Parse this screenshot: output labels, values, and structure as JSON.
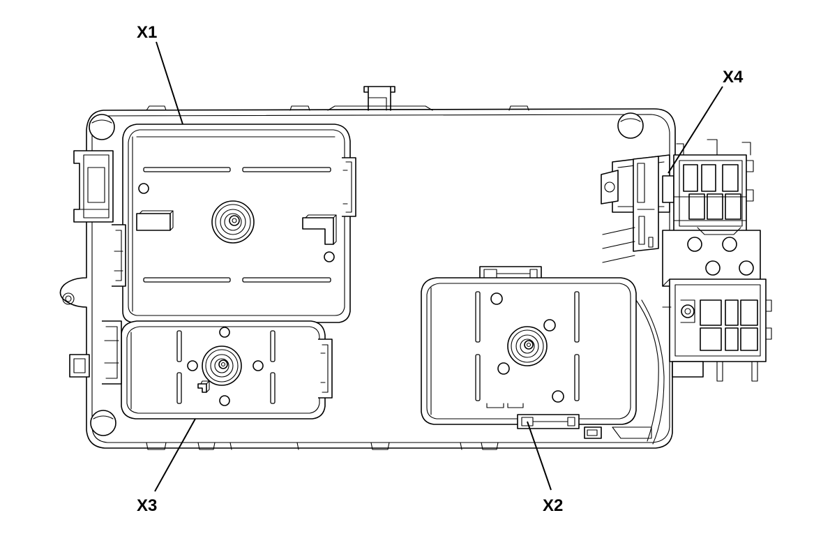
{
  "callouts": {
    "x1": "X1",
    "x2": "X2",
    "x3": "X3",
    "x4": "X4"
  }
}
